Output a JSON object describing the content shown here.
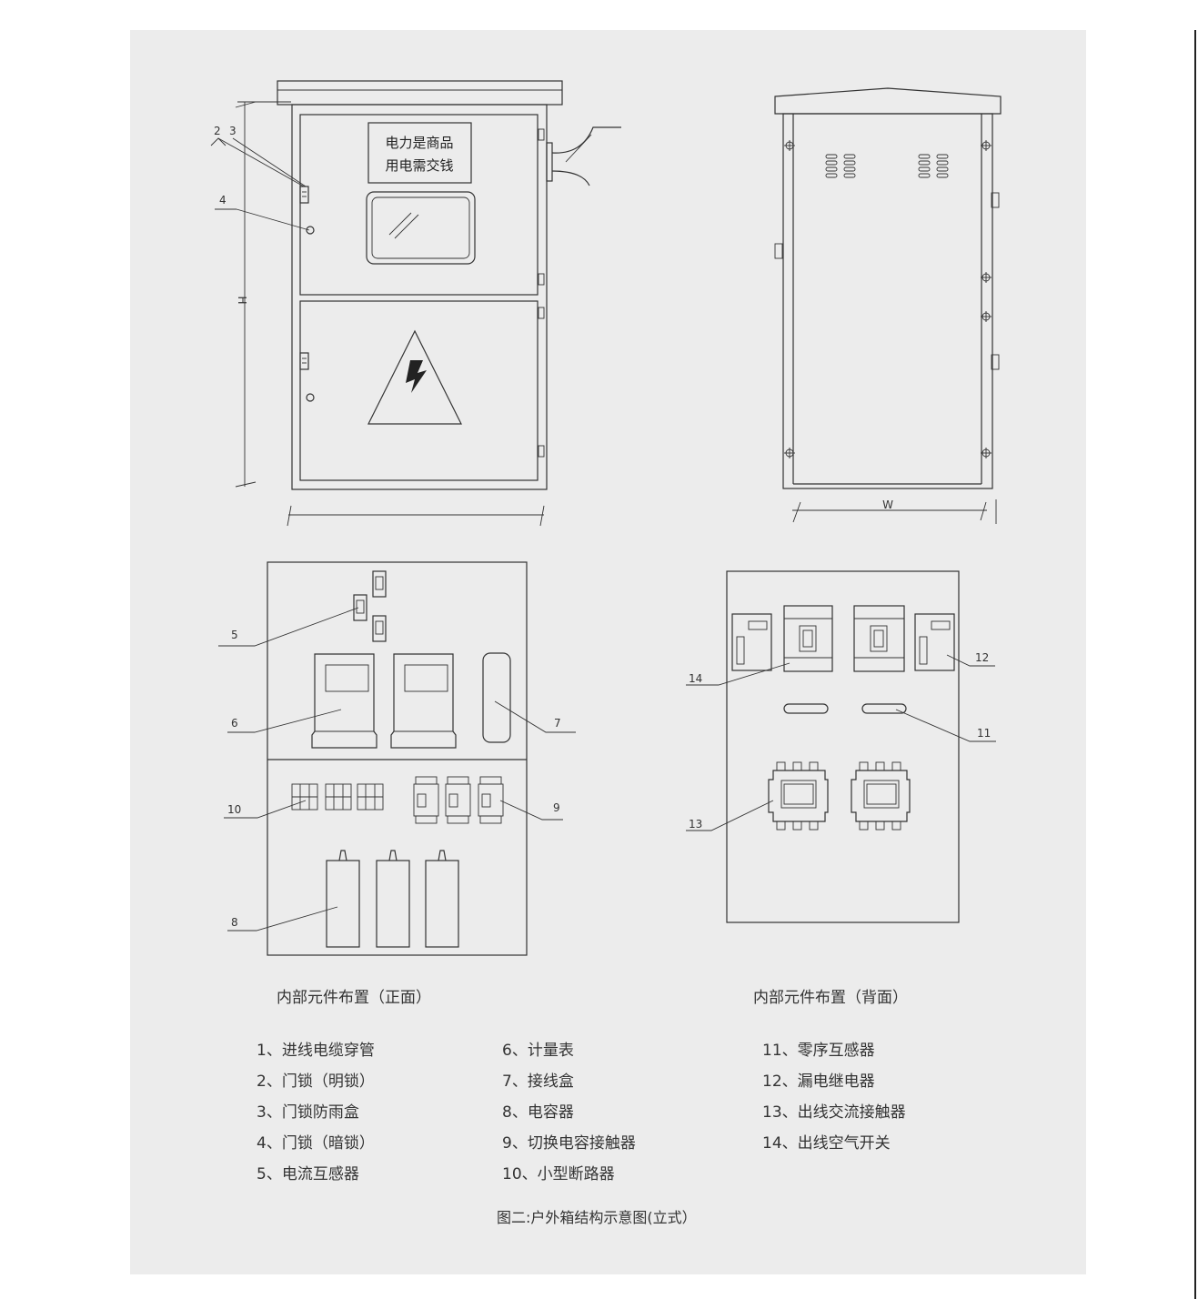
{
  "sign": {
    "line1": "电力是商品",
    "line2": "用电需交钱"
  },
  "dims": {
    "height": "H",
    "width": "W"
  },
  "callouts": {
    "c2": "2",
    "c3": "3",
    "c4": "4",
    "c5": "5",
    "c6": "6",
    "c7": "7",
    "c8": "8",
    "c9": "9",
    "c10": "10",
    "c11": "11",
    "c12": "12",
    "c13": "13",
    "c14": "14"
  },
  "captions": {
    "front": "内部元件布置（正面）",
    "back": "内部元件布置（背面）"
  },
  "legend": {
    "col1": [
      "1、进线电缆穿管",
      "2、门锁（明锁）",
      "3、门锁防雨盒",
      "4、门锁（暗锁）",
      "5、电流互感器"
    ],
    "col2": [
      "6、计量表",
      "7、接线盒",
      "8、电容器",
      "9、切换电容接触器",
      "10、小型断路器"
    ],
    "col3": [
      "11、零序互感器",
      "12、漏电继电器",
      "13、出线交流接触器",
      "14、出线空气开关"
    ]
  },
  "figure_title": "图二:户外箱结构示意图(立式）"
}
